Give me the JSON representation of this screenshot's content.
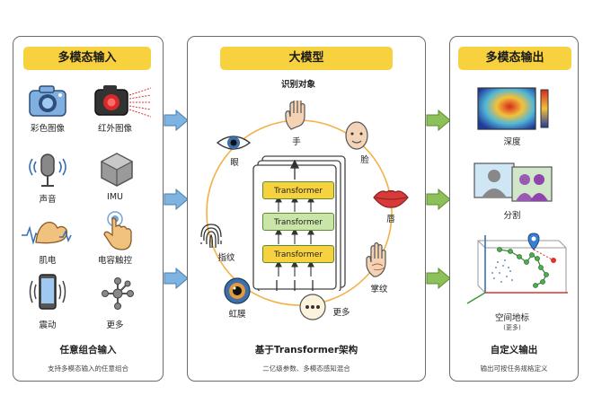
{
  "left": {
    "header": "多模态输入",
    "items": [
      {
        "label": "彩色图像",
        "icon": "camera-icon"
      },
      {
        "label": "红外图像",
        "icon": "infrared-camera-icon"
      },
      {
        "label": "声音",
        "icon": "microphone-icon"
      },
      {
        "label": "IMU",
        "icon": "imu-chip-icon"
      },
      {
        "label": "肌电",
        "icon": "muscle-emg-icon"
      },
      {
        "label": "电容触控",
        "icon": "touch-hand-icon"
      },
      {
        "label": "震动",
        "icon": "phone-vibration-icon"
      },
      {
        "label": "更多",
        "icon": "molecule-icon"
      }
    ],
    "footer_title": "任意组合输入",
    "footer_sub": "支持多模态输入的任意组合"
  },
  "middle": {
    "header": "大模型",
    "ring_title": "识别对象",
    "ring_items": [
      {
        "label": "手",
        "icon": "hand-icon"
      },
      {
        "label": "脸",
        "icon": "face-icon"
      },
      {
        "label": "唇",
        "icon": "lips-icon"
      },
      {
        "label": "掌纹",
        "icon": "palm-print-icon"
      },
      {
        "label": "更多",
        "icon": "more-dots-icon"
      },
      {
        "label": "虹膜",
        "icon": "iris-icon"
      },
      {
        "label": "指纹",
        "icon": "fingerprint-icon"
      },
      {
        "label": "眼",
        "icon": "eye-icon"
      }
    ],
    "blocks": [
      "Transformer",
      "Transformer",
      "Transformer"
    ],
    "footer_title": "基于Transformer架构",
    "footer_sub": "二亿级参数、多模态感知混合"
  },
  "right": {
    "header": "多模态输出",
    "items": [
      {
        "label": "深度",
        "icon": "depth-map-icon"
      },
      {
        "label": "分割",
        "icon": "segmentation-icon"
      },
      {
        "label": "空间地标",
        "icon": "spatial-landmark-icon"
      }
    ],
    "more_note": "(更多)",
    "footer_title": "自定义输出",
    "footer_sub": "输出可按任务规格定义"
  },
  "colors": {
    "header_yellow": "#f7d23e",
    "arrow_blue": "#7fb3e0",
    "arrow_green": "#8cc05a",
    "ring_orange": "#f2b24a",
    "transformer_fill": "#f7d23e",
    "transformer_mid": "#c9e6a8"
  }
}
